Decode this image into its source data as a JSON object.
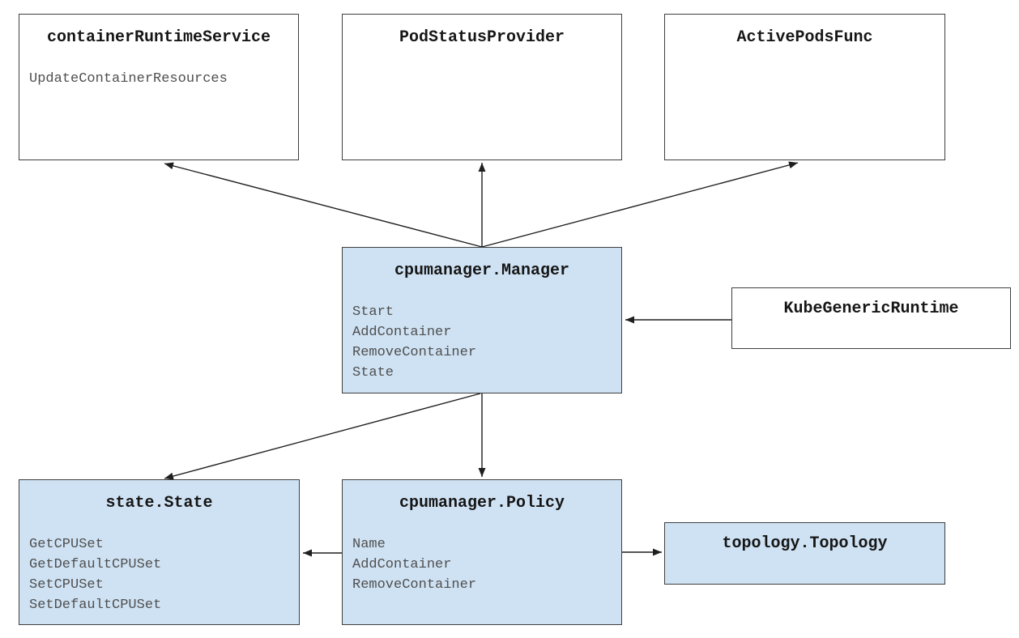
{
  "diagram": {
    "colors": {
      "background": "#ffffff",
      "plain_fill": "#ffffff",
      "highlight_fill": "#cfe2f3",
      "border": "#3f3f3f",
      "title_color": "#161616",
      "method_color": "#4f4f4f",
      "arrow": "#1f1f1f"
    },
    "boxes": {
      "container_runtime_service": {
        "title": "containerRuntimeService",
        "methods": [
          "UpdateContainerResources"
        ]
      },
      "pod_status_provider": {
        "title": "PodStatusProvider",
        "methods": []
      },
      "active_pods_func": {
        "title": "ActivePodsFunc",
        "methods": []
      },
      "cpumanager_manager": {
        "title": "cpumanager.Manager",
        "methods": [
          "Start",
          "AddContainer",
          "RemoveContainer",
          "State"
        ]
      },
      "kube_generic_runtime": {
        "title": "KubeGenericRuntime",
        "methods": []
      },
      "state_state": {
        "title": "state.State",
        "methods": [
          "GetCPUSet",
          "GetDefaultCPUSet",
          "SetCPUSet",
          "SetDefaultCPUSet"
        ]
      },
      "cpumanager_policy": {
        "title": "cpumanager.Policy",
        "methods": [
          "Name",
          "AddContainer",
          "RemoveContainer"
        ]
      },
      "topology_topology": {
        "title": "topology.Topology",
        "methods": []
      }
    },
    "edges": [
      {
        "from": "cpumanager.Manager",
        "to": "containerRuntimeService"
      },
      {
        "from": "cpumanager.Manager",
        "to": "PodStatusProvider"
      },
      {
        "from": "cpumanager.Manager",
        "to": "ActivePodsFunc"
      },
      {
        "from": "KubeGenericRuntime",
        "to": "cpumanager.Manager"
      },
      {
        "from": "cpumanager.Manager",
        "to": "state.State"
      },
      {
        "from": "cpumanager.Manager",
        "to": "cpumanager.Policy"
      },
      {
        "from": "cpumanager.Policy",
        "to": "state.State"
      },
      {
        "from": "cpumanager.Policy",
        "to": "topology.Topology"
      }
    ]
  }
}
